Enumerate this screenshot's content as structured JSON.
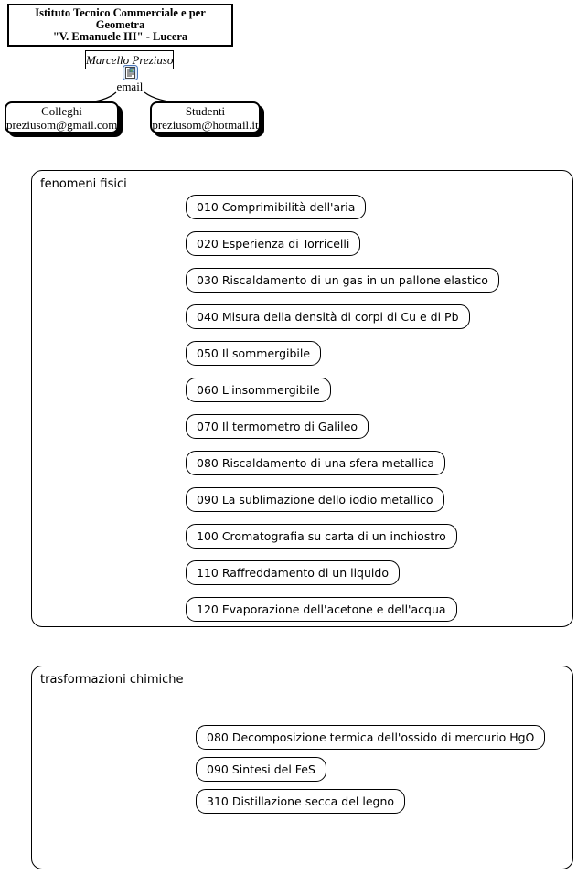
{
  "header": {
    "line1": "Istituto Tecnico Commerciale e per Geometra",
    "line2": "\"V. Emanuele III\" - Lucera"
  },
  "author": {
    "name": "Marcello Preziuso",
    "email_label": "email",
    "email_icon": "email-resource-icon"
  },
  "contacts": [
    {
      "title": "Colleghi",
      "email": "preziusom@gmail.com"
    },
    {
      "title": "Studenti",
      "email": "preziusom@hotmail.it"
    }
  ],
  "sections": [
    {
      "label": "fenomeni fisici",
      "items": [
        "010 Comprimibilità dell'aria",
        "020 Esperienza di Torricelli",
        "030 Riscaldamento di un gas in un pallone elastico",
        "040 Misura della densità di corpi di Cu e di Pb",
        "050 Il sommergibile",
        "060 L'insommergibile",
        "070 Il termometro di Galileo",
        "080 Riscaldamento di una sfera metallica",
        "090 La sublimazione dello iodio metallico",
        "100 Cromatografia su carta di un inchiostro",
        "110 Raffreddamento di un liquido",
        "120 Evaporazione dell'acetone e dell'acqua"
      ]
    },
    {
      "label": "trasformazioni chimiche",
      "items": [
        "080 Decomposizione termica dell'ossido di mercurio HgO",
        "090 Sintesi del FeS",
        "310 Distillazione secca del legno"
      ]
    }
  ],
  "colors": {
    "border": "#000000",
    "shadow": "#000000",
    "background": "#ffffff",
    "icon_frame_blue": "#4a76b8"
  }
}
